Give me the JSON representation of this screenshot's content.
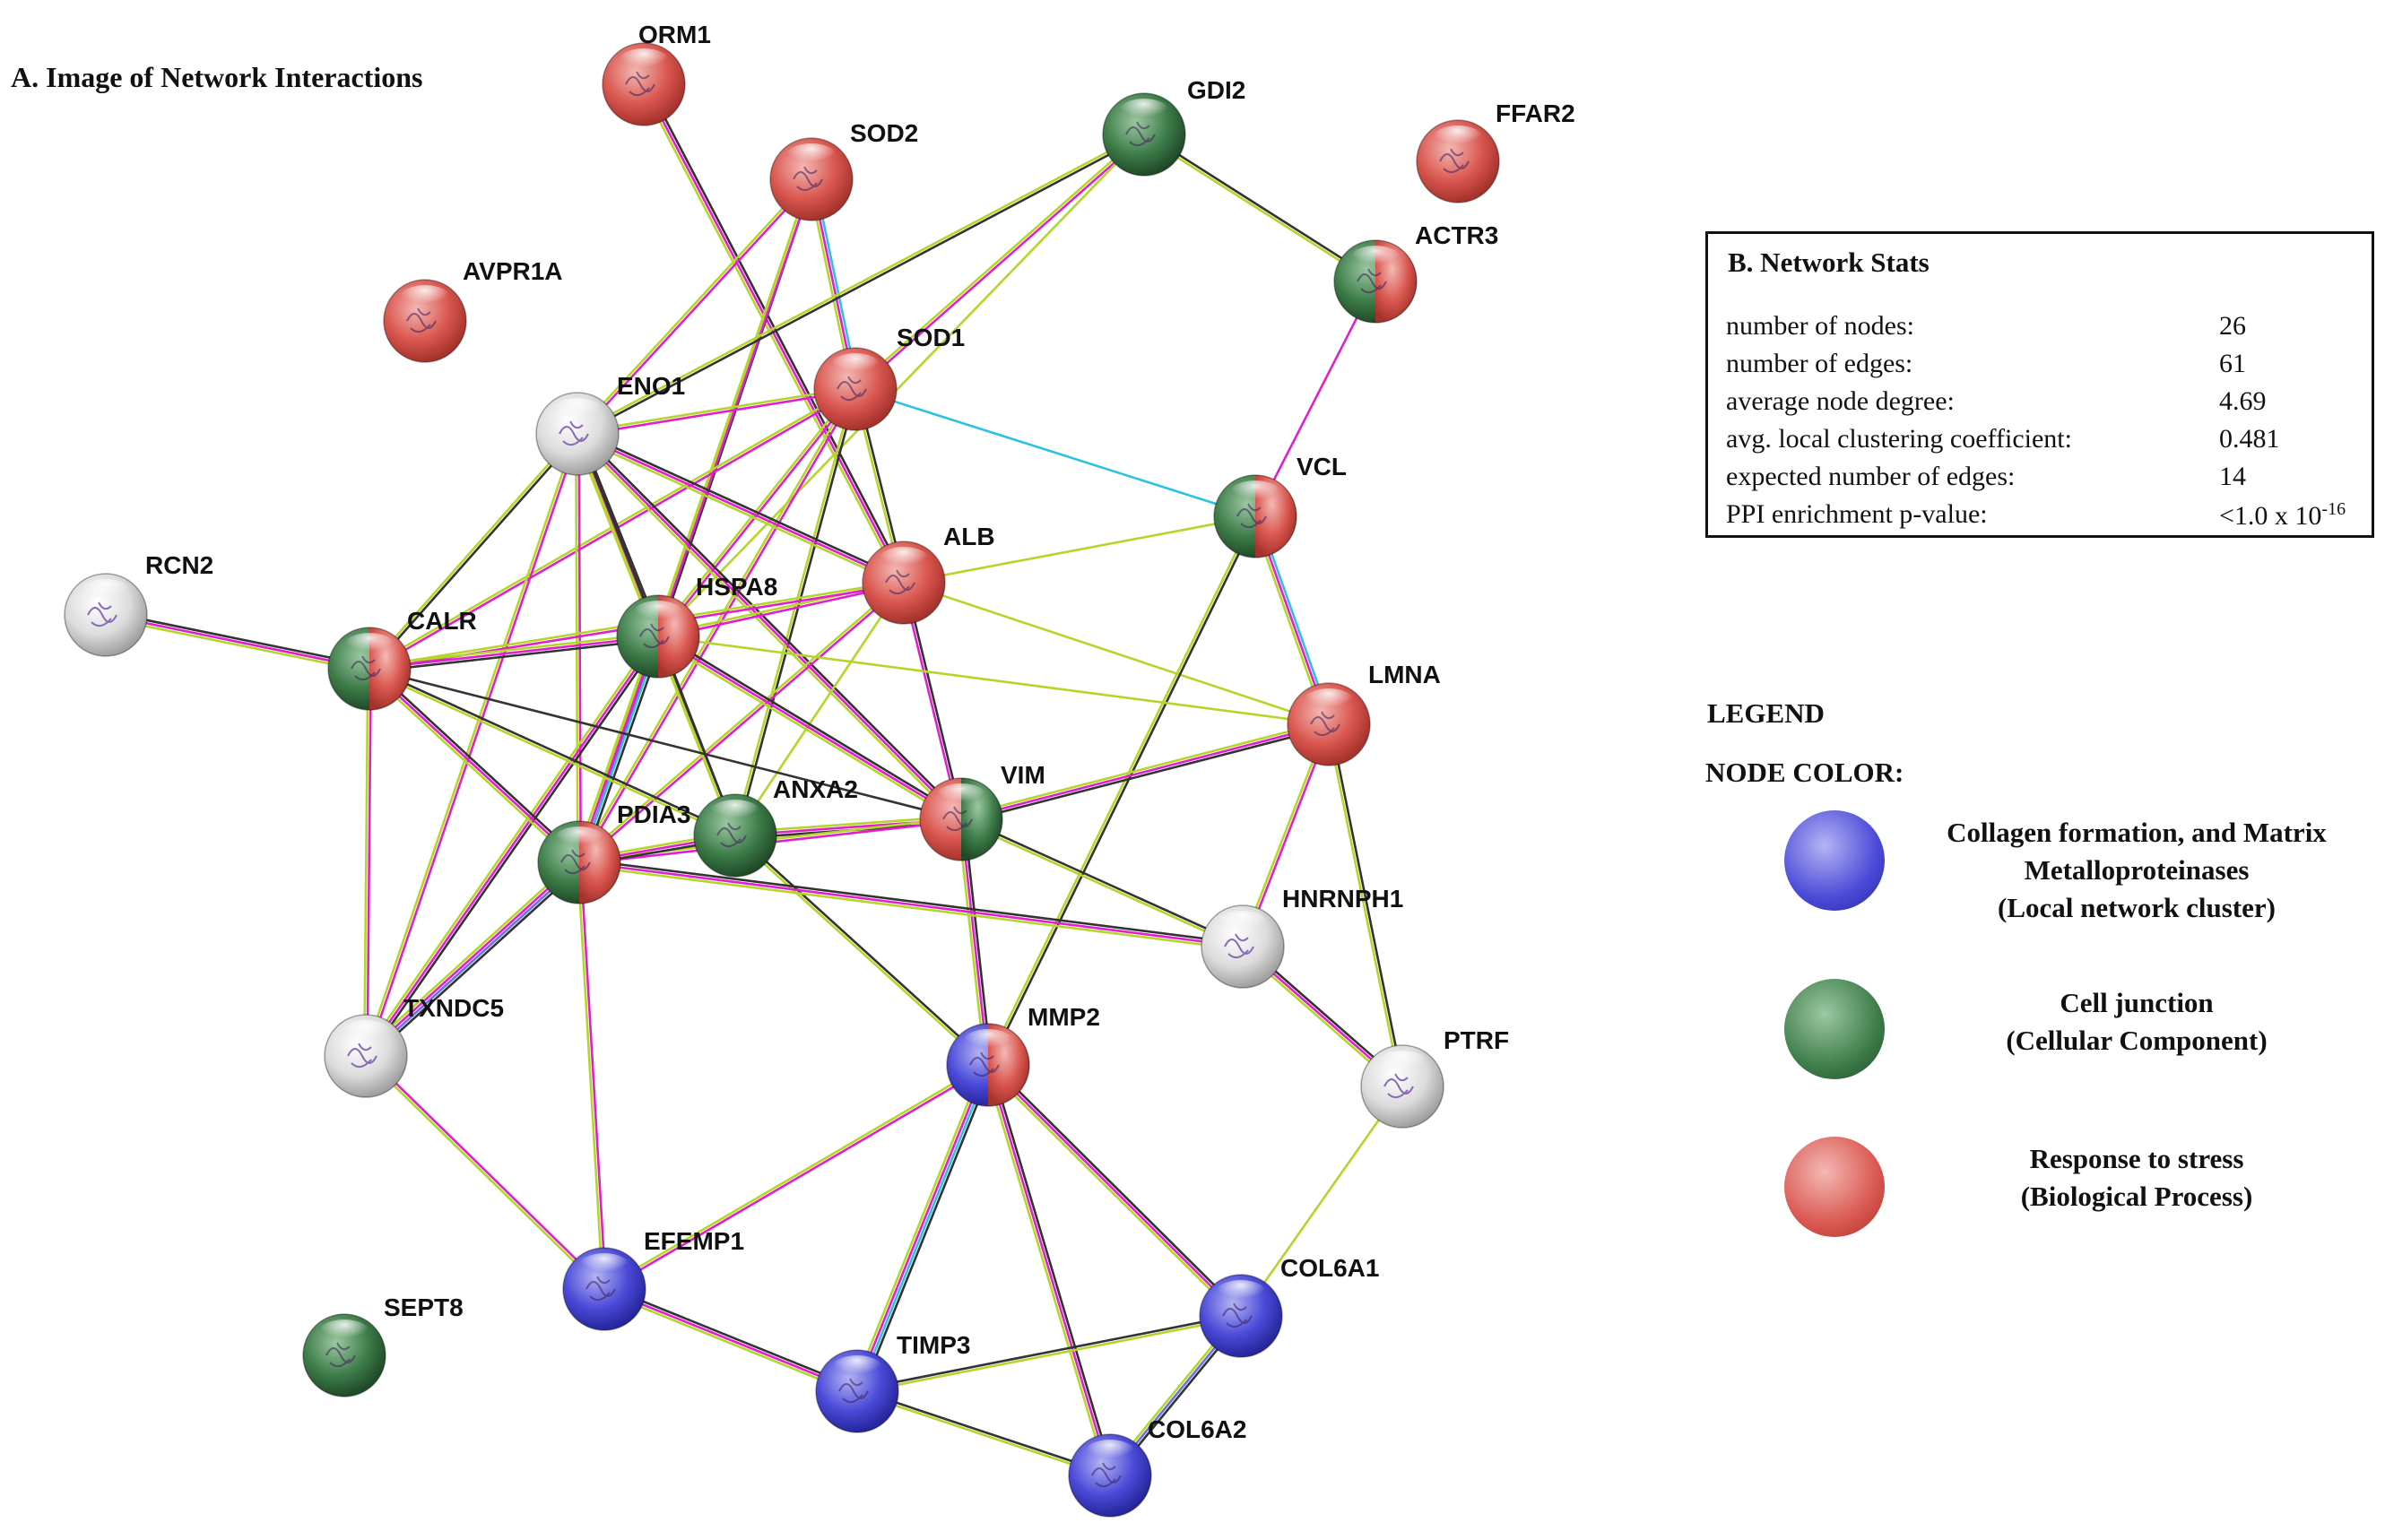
{
  "panel_a_title": "A. Image of Network Interactions",
  "colors": {
    "red": "#d9574f",
    "green": "#3e7d4a",
    "blue": "#4a4ad8",
    "white": "#dcdcdc",
    "edge_black": "#333333",
    "edge_magenta": "#e020d0",
    "edge_lime": "#b4d62a",
    "edge_cyan": "#2cc2e0",
    "edge_blue": "#6a72e0"
  },
  "nodes": [
    {
      "id": "ORM1",
      "label": "ORM1",
      "colors": [
        "red"
      ]
    },
    {
      "id": "SOD2",
      "label": "SOD2",
      "colors": [
        "red"
      ]
    },
    {
      "id": "GDI2",
      "label": "GDI2",
      "colors": [
        "green"
      ]
    },
    {
      "id": "FFAR2",
      "label": "FFAR2",
      "colors": [
        "red"
      ]
    },
    {
      "id": "AVPR1A",
      "label": "AVPR1A",
      "colors": [
        "red"
      ]
    },
    {
      "id": "ACTR3",
      "label": "ACTR3",
      "colors": [
        "green",
        "red"
      ]
    },
    {
      "id": "SOD1",
      "label": "SOD1",
      "colors": [
        "red"
      ]
    },
    {
      "id": "ENO1",
      "label": "ENO1",
      "colors": [
        "white"
      ]
    },
    {
      "id": "VCL",
      "label": "VCL",
      "colors": [
        "green",
        "red"
      ]
    },
    {
      "id": "RCN2",
      "label": "RCN2",
      "colors": [
        "white"
      ]
    },
    {
      "id": "ALB",
      "label": "ALB",
      "colors": [
        "red"
      ]
    },
    {
      "id": "HSPA8",
      "label": "HSPA8",
      "colors": [
        "green",
        "red"
      ]
    },
    {
      "id": "CALR",
      "label": "CALR",
      "colors": [
        "green",
        "red"
      ]
    },
    {
      "id": "LMNA",
      "label": "LMNA",
      "colors": [
        "red"
      ]
    },
    {
      "id": "VIM",
      "label": "VIM",
      "colors": [
        "red",
        "green"
      ]
    },
    {
      "id": "ANXA2",
      "label": "ANXA2",
      "colors": [
        "green"
      ]
    },
    {
      "id": "PDIA3",
      "label": "PDIA3",
      "colors": [
        "green",
        "red"
      ]
    },
    {
      "id": "HNRNPH1",
      "label": "HNRNPH1",
      "colors": [
        "white"
      ]
    },
    {
      "id": "TXNDC5",
      "label": "TXNDC5",
      "colors": [
        "white"
      ]
    },
    {
      "id": "PTRF",
      "label": "PTRF",
      "colors": [
        "white"
      ]
    },
    {
      "id": "MMP2",
      "label": "MMP2",
      "colors": [
        "blue",
        "red"
      ]
    },
    {
      "id": "EFEMP1",
      "label": "EFEMP1",
      "colors": [
        "blue"
      ]
    },
    {
      "id": "COL6A1",
      "label": "COL6A1",
      "colors": [
        "blue"
      ]
    },
    {
      "id": "SEPT8",
      "label": "SEPT8",
      "colors": [
        "green"
      ]
    },
    {
      "id": "TIMP3",
      "label": "TIMP3",
      "colors": [
        "blue"
      ]
    },
    {
      "id": "COL6A2",
      "label": "COL6A2",
      "colors": [
        "blue"
      ]
    }
  ],
  "edges": [
    [
      "ORM1",
      "ALB",
      [
        "edge_black",
        "edge_magenta",
        "edge_lime"
      ]
    ],
    [
      "SOD2",
      "ENO1",
      [
        "edge_magenta",
        "edge_lime"
      ]
    ],
    [
      "SOD2",
      "SOD1",
      [
        "edge_cyan",
        "edge_magenta",
        "edge_lime"
      ]
    ],
    [
      "SOD2",
      "HSPA8",
      [
        "edge_black",
        "edge_lime"
      ]
    ],
    [
      "SOD2",
      "PDIA3",
      [
        "edge_magenta",
        "edge_lime"
      ]
    ],
    [
      "GDI2",
      "ENO1",
      [
        "edge_black",
        "edge_lime"
      ]
    ],
    [
      "GDI2",
      "SOD1",
      [
        "edge_magenta",
        "edge_lime"
      ]
    ],
    [
      "GDI2",
      "ACTR3",
      [
        "edge_black",
        "edge_lime"
      ]
    ],
    [
      "GDI2",
      "HSPA8",
      [
        "edge_lime"
      ]
    ],
    [
      "ACTR3",
      "VCL",
      [
        "edge_magenta"
      ]
    ],
    [
      "SOD1",
      "ENO1",
      [
        "edge_magenta",
        "edge_lime"
      ]
    ],
    [
      "SOD1",
      "VCL",
      [
        "edge_cyan"
      ]
    ],
    [
      "SOD1",
      "ALB",
      [
        "edge_black",
        "edge_lime"
      ]
    ],
    [
      "SOD1",
      "CALR",
      [
        "edge_magenta",
        "edge_lime"
      ]
    ],
    [
      "SOD1",
      "HSPA8",
      [
        "edge_magenta",
        "edge_lime"
      ]
    ],
    [
      "SOD1",
      "ANXA2",
      [
        "edge_black",
        "edge_lime"
      ]
    ],
    [
      "SOD1",
      "PDIA3",
      [
        "edge_magenta",
        "edge_lime"
      ]
    ],
    [
      "ENO1",
      "ALB",
      [
        "edge_black",
        "edge_magenta",
        "edge_lime"
      ]
    ],
    [
      "ENO1",
      "CALR",
      [
        "edge_black",
        "edge_lime"
      ]
    ],
    [
      "ENO1",
      "HSPA8",
      [
        "edge_black",
        "edge_magenta",
        "edge_lime"
      ]
    ],
    [
      "ENO1",
      "PDIA3",
      [
        "edge_magenta",
        "edge_lime"
      ]
    ],
    [
      "ENO1",
      "ANXA2",
      [
        "edge_black",
        "edge_lime"
      ]
    ],
    [
      "ENO1",
      "VIM",
      [
        "edge_black",
        "edge_magenta",
        "edge_lime"
      ]
    ],
    [
      "ENO1",
      "TXNDC5",
      [
        "edge_magenta",
        "edge_lime"
      ]
    ],
    [
      "RCN2",
      "CALR",
      [
        "edge_black",
        "edge_magenta",
        "edge_lime"
      ]
    ],
    [
      "ALB",
      "VCL",
      [
        "edge_lime"
      ]
    ],
    [
      "ALB",
      "LMNA",
      [
        "edge_lime"
      ]
    ],
    [
      "ALB",
      "VIM",
      [
        "edge_black",
        "edge_magenta"
      ]
    ],
    [
      "ALB",
      "HSPA8",
      [
        "edge_magenta",
        "edge_lime"
      ]
    ],
    [
      "ALB",
      "CALR",
      [
        "edge_magenta",
        "edge_lime"
      ]
    ],
    [
      "ALB",
      "PDIA3",
      [
        "edge_magenta",
        "edge_lime"
      ]
    ],
    [
      "ALB",
      "ANXA2",
      [
        "edge_lime"
      ]
    ],
    [
      "VCL",
      "LMNA",
      [
        "edge_cyan",
        "edge_magenta",
        "edge_lime"
      ]
    ],
    [
      "VCL",
      "MMP2",
      [
        "edge_black",
        "edge_lime"
      ]
    ],
    [
      "HSPA8",
      "CALR",
      [
        "edge_black",
        "edge_magenta",
        "edge_lime"
      ]
    ],
    [
      "HSPA8",
      "PDIA3",
      [
        "edge_black",
        "edge_cyan",
        "edge_magenta",
        "edge_lime"
      ]
    ],
    [
      "HSPA8",
      "ANXA2",
      [
        "edge_black",
        "edge_lime"
      ]
    ],
    [
      "HSPA8",
      "VIM",
      [
        "edge_black",
        "edge_magenta",
        "edge_lime"
      ]
    ],
    [
      "HSPA8",
      "TXNDC5",
      [
        "edge_black",
        "edge_magenta",
        "edge_lime"
      ]
    ],
    [
      "HSPA8",
      "LMNA",
      [
        "edge_lime"
      ]
    ],
    [
      "CALR",
      "PDIA3",
      [
        "edge_black",
        "edge_magenta",
        "edge_lime"
      ]
    ],
    [
      "CALR",
      "TXNDC5",
      [
        "edge_magenta",
        "edge_lime"
      ]
    ],
    [
      "CALR",
      "ANXA2",
      [
        "edge_black",
        "edge_lime"
      ]
    ],
    [
      "CALR",
      "VIM",
      [
        "edge_black"
      ]
    ],
    [
      "LMNA",
      "VIM",
      [
        "edge_black",
        "edge_magenta",
        "edge_lime"
      ]
    ],
    [
      "LMNA",
      "HNRNPH1",
      [
        "edge_magenta",
        "edge_lime"
      ]
    ],
    [
      "LMNA",
      "PTRF",
      [
        "edge_black",
        "edge_lime"
      ]
    ],
    [
      "VIM",
      "ANXA2",
      [
        "edge_black",
        "edge_magenta",
        "edge_lime"
      ]
    ],
    [
      "VIM",
      "PDIA3",
      [
        "edge_magenta",
        "edge_lime"
      ]
    ],
    [
      "VIM",
      "MMP2",
      [
        "edge_black",
        "edge_magenta",
        "edge_lime"
      ]
    ],
    [
      "VIM",
      "HNRNPH1",
      [
        "edge_black",
        "edge_lime"
      ]
    ],
    [
      "ANXA2",
      "PDIA3",
      [
        "edge_black",
        "edge_magenta",
        "edge_lime"
      ]
    ],
    [
      "ANXA2",
      "MMP2",
      [
        "edge_black",
        "edge_lime"
      ]
    ],
    [
      "PDIA3",
      "TXNDC5",
      [
        "edge_black",
        "edge_blue",
        "edge_magenta",
        "edge_lime"
      ]
    ],
    [
      "PDIA3",
      "EFEMP1",
      [
        "edge_magenta",
        "edge_lime"
      ]
    ],
    [
      "PDIA3",
      "HNRNPH1",
      [
        "edge_black",
        "edge_magenta",
        "edge_lime"
      ]
    ],
    [
      "HNRNPH1",
      "PTRF",
      [
        "edge_black",
        "edge_magenta",
        "edge_lime"
      ]
    ],
    [
      "TXNDC5",
      "EFEMP1",
      [
        "edge_magenta",
        "edge_lime"
      ]
    ],
    [
      "PTRF",
      "COL6A1",
      [
        "edge_lime"
      ]
    ],
    [
      "MMP2",
      "EFEMP1",
      [
        "edge_magenta",
        "edge_lime"
      ]
    ],
    [
      "MMP2",
      "TIMP3",
      [
        "edge_black",
        "edge_cyan",
        "edge_magenta",
        "edge_lime"
      ]
    ],
    [
      "MMP2",
      "COL6A1",
      [
        "edge_black",
        "edge_magenta",
        "edge_lime"
      ]
    ],
    [
      "MMP2",
      "COL6A2",
      [
        "edge_black",
        "edge_magenta",
        "edge_lime"
      ]
    ],
    [
      "EFEMP1",
      "TIMP3",
      [
        "edge_black",
        "edge_magenta",
        "edge_lime"
      ]
    ],
    [
      "TIMP3",
      "COL6A1",
      [
        "edge_black",
        "edge_lime"
      ]
    ],
    [
      "TIMP3",
      "COL6A2",
      [
        "edge_black",
        "edge_lime"
      ]
    ],
    [
      "COL6A1",
      "COL6A2",
      [
        "edge_black",
        "edge_blue",
        "edge_lime"
      ]
    ]
  ],
  "stats": {
    "title": "B. Network Stats",
    "rows": [
      {
        "key": "number of nodes:",
        "value": "26"
      },
      {
        "key": "number of edges:",
        "value": "61"
      },
      {
        "key": "average node degree:",
        "value": "4.69"
      },
      {
        "key": "avg. local clustering coefficient:",
        "value": "0.481"
      },
      {
        "key": "expected number of edges:",
        "value": "14"
      },
      {
        "key": "PPI enrichment p-value:",
        "value": "<1.0 x 10",
        "sup": "-16"
      }
    ]
  },
  "legend": {
    "heading": "LEGEND",
    "subheading": "NODE COLOR:",
    "items": [
      {
        "color": "blue",
        "line1": "Collagen formation, and Matrix",
        "line2": "Metalloproteinases",
        "line3": "(Local network cluster)"
      },
      {
        "color": "green",
        "line1": "Cell junction",
        "line2": "(Cellular Component)",
        "line3": ""
      },
      {
        "color": "red",
        "line1": "Response to stress",
        "line2": "(Biological Process)",
        "line3": ""
      }
    ]
  }
}
